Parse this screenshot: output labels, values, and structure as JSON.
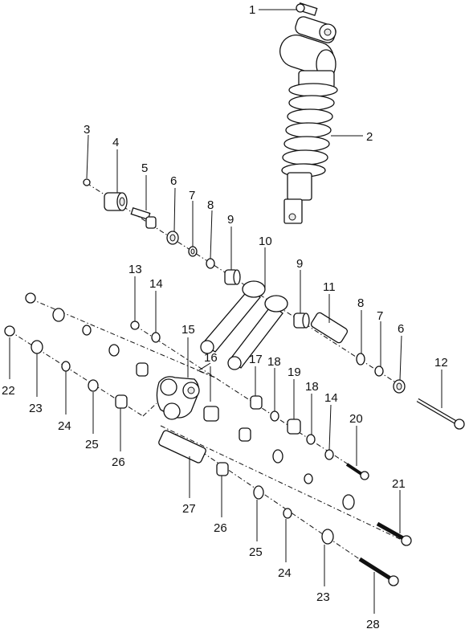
{
  "callouts": {
    "c1": "1",
    "c2": "2",
    "c3": "3",
    "c4": "4",
    "c5": "5",
    "c6a": "6",
    "c7a": "7",
    "c8a": "8",
    "c9a": "9",
    "c10": "10",
    "c9b": "9",
    "c11": "11",
    "c8b": "8",
    "c7b": "7",
    "c6b": "6",
    "c12": "12",
    "c13": "13",
    "c14a": "14",
    "c15": "15",
    "c16": "16",
    "c17": "17",
    "c18a": "18",
    "c19": "19",
    "c18b": "18",
    "c14b": "14",
    "c20": "20",
    "c22": "22",
    "c23a": "23",
    "c24a": "24",
    "c25a": "25",
    "c26a": "26",
    "c27": "27",
    "c26b": "26",
    "c25b": "25",
    "c24b": "24",
    "c23b": "23",
    "c21": "21",
    "c28": "28"
  }
}
